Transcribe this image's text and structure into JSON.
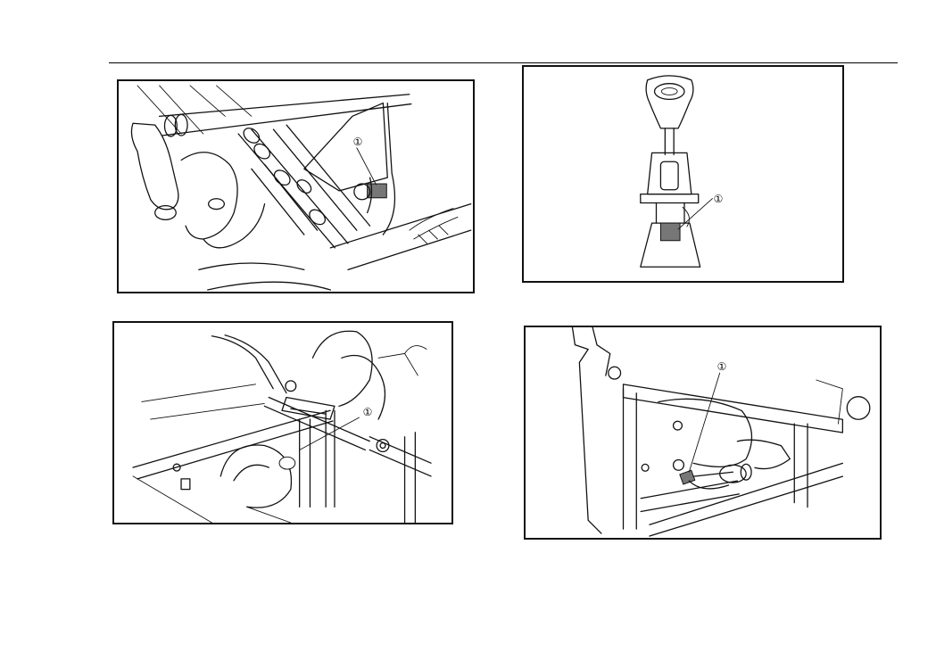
{
  "figures": [
    {
      "callout": "①"
    },
    {
      "callout": "①"
    },
    {
      "callout": "①"
    },
    {
      "callout": "①"
    }
  ],
  "colors": {
    "line": "#111111",
    "highlight": "#777777",
    "background": "#ffffff"
  }
}
